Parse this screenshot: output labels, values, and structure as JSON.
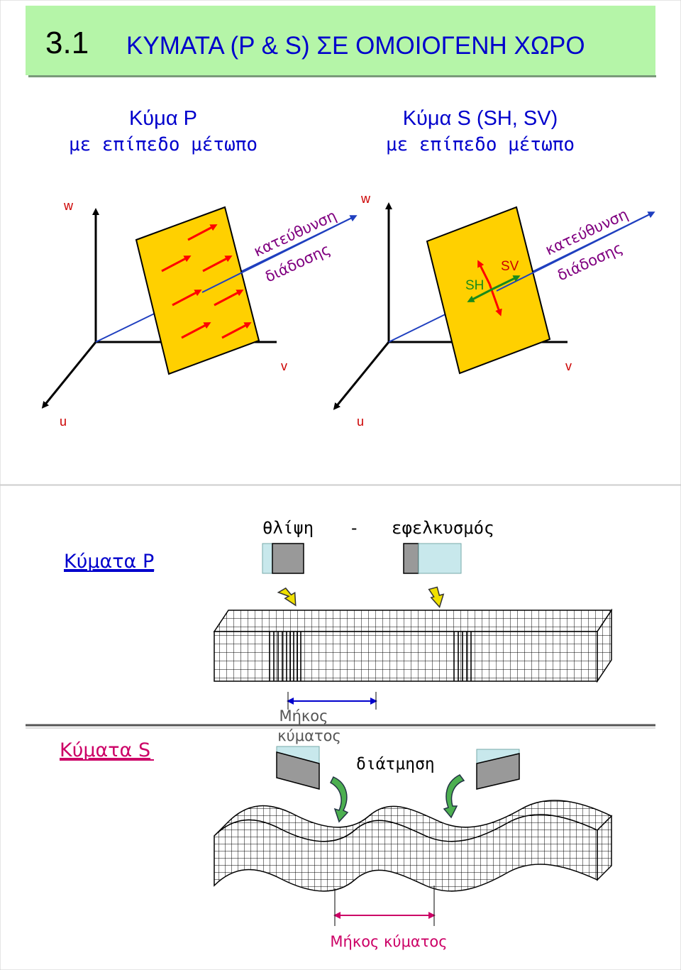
{
  "slide1": {
    "number": "3.1",
    "title": "ΚΥΜΑΤΑ (P & S) ΣΕ ΟΜΟΙΟΓΕΝΗ ΧΩΡΟ",
    "colors": {
      "header_bg": "#b5f5a8",
      "title_blue": "#0000cc",
      "plane_fill": "#ffd000",
      "red_arrow": "#ff0000",
      "blue_line": "#1f3fbf",
      "green_arrow": "#1a8a1a",
      "label_purple": "#800080",
      "axis_red": "#cc0000"
    },
    "p_wave_heading_line1": "Κύμα P",
    "p_wave_heading_line2": "με επίπεδο μέτωπο",
    "s_wave_heading_line1": "Κύμα S (SH, SV)",
    "s_wave_heading_line2": "με επίπεδο μέτωπο",
    "axes": {
      "w": "w",
      "v": "v",
      "u": "u"
    },
    "direction_line1": "κατεύθυνση",
    "direction_line2": "διάδοσης",
    "sh_label": "SH",
    "sv_label": "SV"
  },
  "slide2": {
    "colors": {
      "p_title": "#0000cc",
      "s_title": "#cc0066",
      "wavelength": "#cc0066",
      "measure_blue": "#0000cc",
      "cube_fill": "#999999",
      "cube_light": "#c8e8ec",
      "hand_arrow_yellow": "#f0e000",
      "hand_arrow_green": "#4caf50"
    },
    "p_waves_title": "Κύματα P",
    "s_waves_title": "Κύματα S",
    "compression_label": "θλίψη",
    "dash": "-",
    "extension_label": "εφελκυσμός",
    "wavelength_label_top_line1": "Μήκος",
    "wavelength_label_top_line2": "κύματος",
    "shear_label": "διάτμηση",
    "wavelength_label_bottom": "Μήκος κύματος"
  }
}
